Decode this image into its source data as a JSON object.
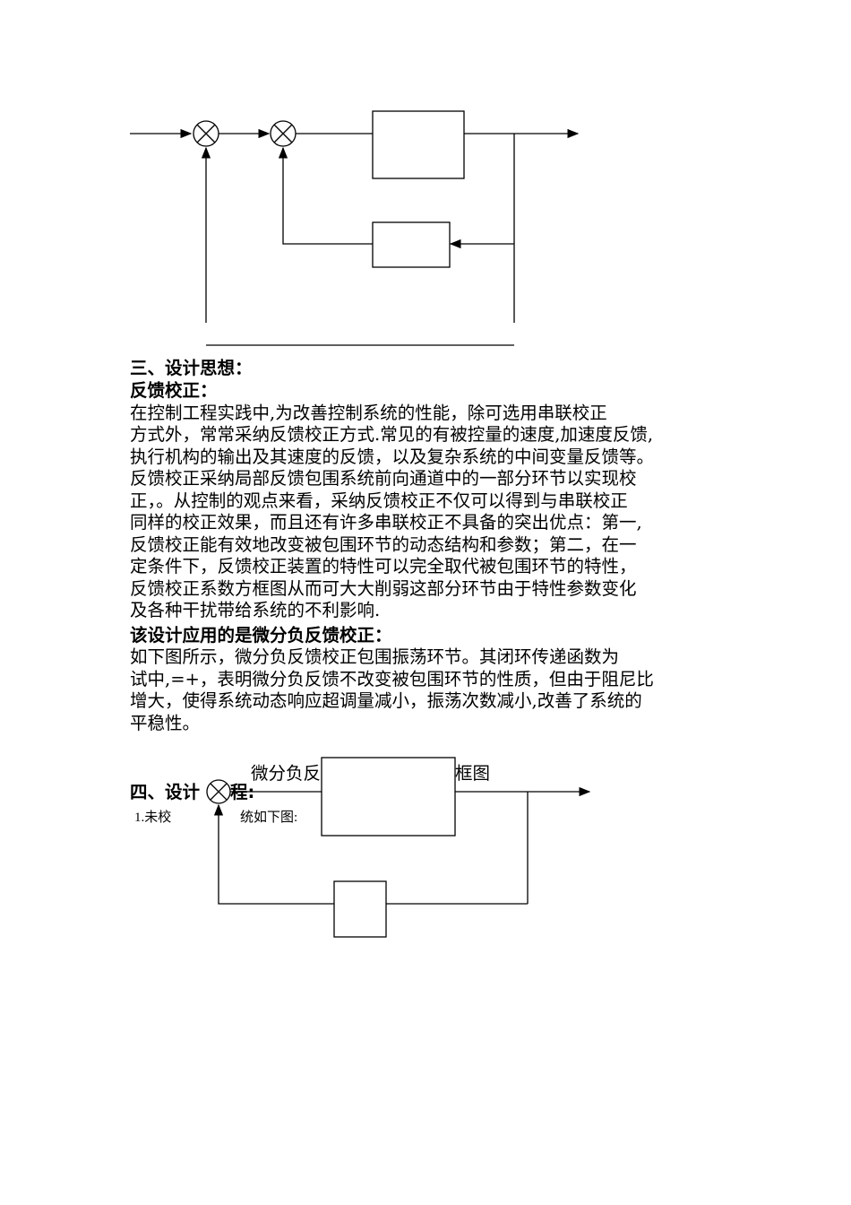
{
  "section3": {
    "heading": "三、设计思想：",
    "subheading": "反馈校正：",
    "paragraph_lines": [
      "    在控制工程实践中,为改善控制系统的性能，除可选用串联校正",
      "方式外，常常采纳反馈校正方式.常见的有被控量的速度,加速度反馈,",
      "执行机构的输出及其速度的反馈，以及复杂系统的中间变量反馈等。",
      "反馈校正采纳局部反馈包围系统前向通道中的一部分环节以实现校",
      "正，。从控制的观点来看，采纳反馈校正不仅可以得到与串联校正",
      "同样的校正效果，而且还有许多串联校正不具备的突出优点：第一,",
      "反馈校正能有效地改变被包围环节的动态结构和参数；第二，在一",
      "定条件下，反馈校正装置的特性可以完全取代被包围环节的特性，",
      "反馈校正系数方框图从而可大大削弱这部分环节由于特性参数变化",
      "及各种干扰带给系统的不利影响."
    ],
    "subheading2": "该设计应用的是微分负反馈校正：",
    "paragraph2_lines": [
      "如下图所示，微分负反馈校正包围振荡环节。其闭环传递函数为",
      "试中,=+，表明微分负反馈不改变被包围环节的性质，但由于阻尼比",
      "增大，使得系统动态响应超调量减小，振荡次数减小,改善了系统的",
      "平稳性。"
    ]
  },
  "figure2": {
    "caption_left": "微分负反",
    "caption_right": "框图"
  },
  "section4": {
    "heading_left": "四、设计",
    "heading_right": "程:",
    "item1_left": "1.未校",
    "item1_right": "统如下图:"
  }
}
